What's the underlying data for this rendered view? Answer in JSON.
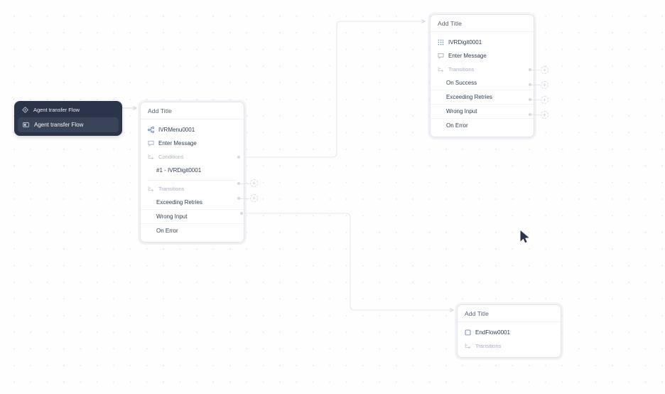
{
  "canvas": {
    "background_color": "#fefefe",
    "grid_dot_color": "#e8e8ea",
    "edge_color": "#e1e4ec"
  },
  "agent_node": {
    "header_label": "Agent transfer Flow",
    "header_icon": "diamond-node-icon",
    "item_label": "Agent transfer Flow",
    "item_icon": "flow-card-icon",
    "background_color": "#2b3448"
  },
  "nodes": [
    {
      "id": "ivr-menu-node",
      "title": "Add Title",
      "rows": [
        {
          "label": "IVRMenu0001",
          "icon": "sitemap-icon",
          "type": "component"
        },
        {
          "label": "Enter Message",
          "icon": "message-bubble-icon",
          "type": "component"
        },
        {
          "label": "Conditions",
          "icon": "branch-icon",
          "type": "section"
        },
        {
          "label": "#1 - IVRDigit0001",
          "icon": "",
          "type": "condition"
        },
        {
          "label": "Transitions",
          "icon": "branch-icon",
          "type": "section"
        },
        {
          "label": "Exceeding Retries",
          "icon": "",
          "type": "transition"
        },
        {
          "label": "Wrong Input",
          "icon": "",
          "type": "transition"
        },
        {
          "label": "On Error",
          "icon": "",
          "type": "transition"
        }
      ]
    },
    {
      "id": "ivr-digit-node",
      "title": "Add Title",
      "rows": [
        {
          "label": "IVRDigit0001",
          "icon": "keypad-icon",
          "type": "component"
        },
        {
          "label": "Enter Message",
          "icon": "message-bubble-icon",
          "type": "component"
        },
        {
          "label": "Transitions",
          "icon": "branch-icon",
          "type": "section"
        },
        {
          "label": "On Success",
          "icon": "",
          "type": "transition"
        },
        {
          "label": "Exceeding Retries",
          "icon": "",
          "type": "transition"
        },
        {
          "label": "Wrong Input",
          "icon": "",
          "type": "transition"
        },
        {
          "label": "On Error",
          "icon": "",
          "type": "transition"
        }
      ]
    },
    {
      "id": "end-flow-node",
      "title": "Add Title",
      "rows": [
        {
          "label": "EndFlow0001",
          "icon": "end-flow-icon",
          "type": "component"
        },
        {
          "label": "Transitions",
          "icon": "branch-icon",
          "type": "section"
        }
      ]
    }
  ],
  "connectors": {
    "add_label": "+"
  },
  "cursor": {
    "icon": "mouse-pointer-icon",
    "color": "#2b3448"
  }
}
